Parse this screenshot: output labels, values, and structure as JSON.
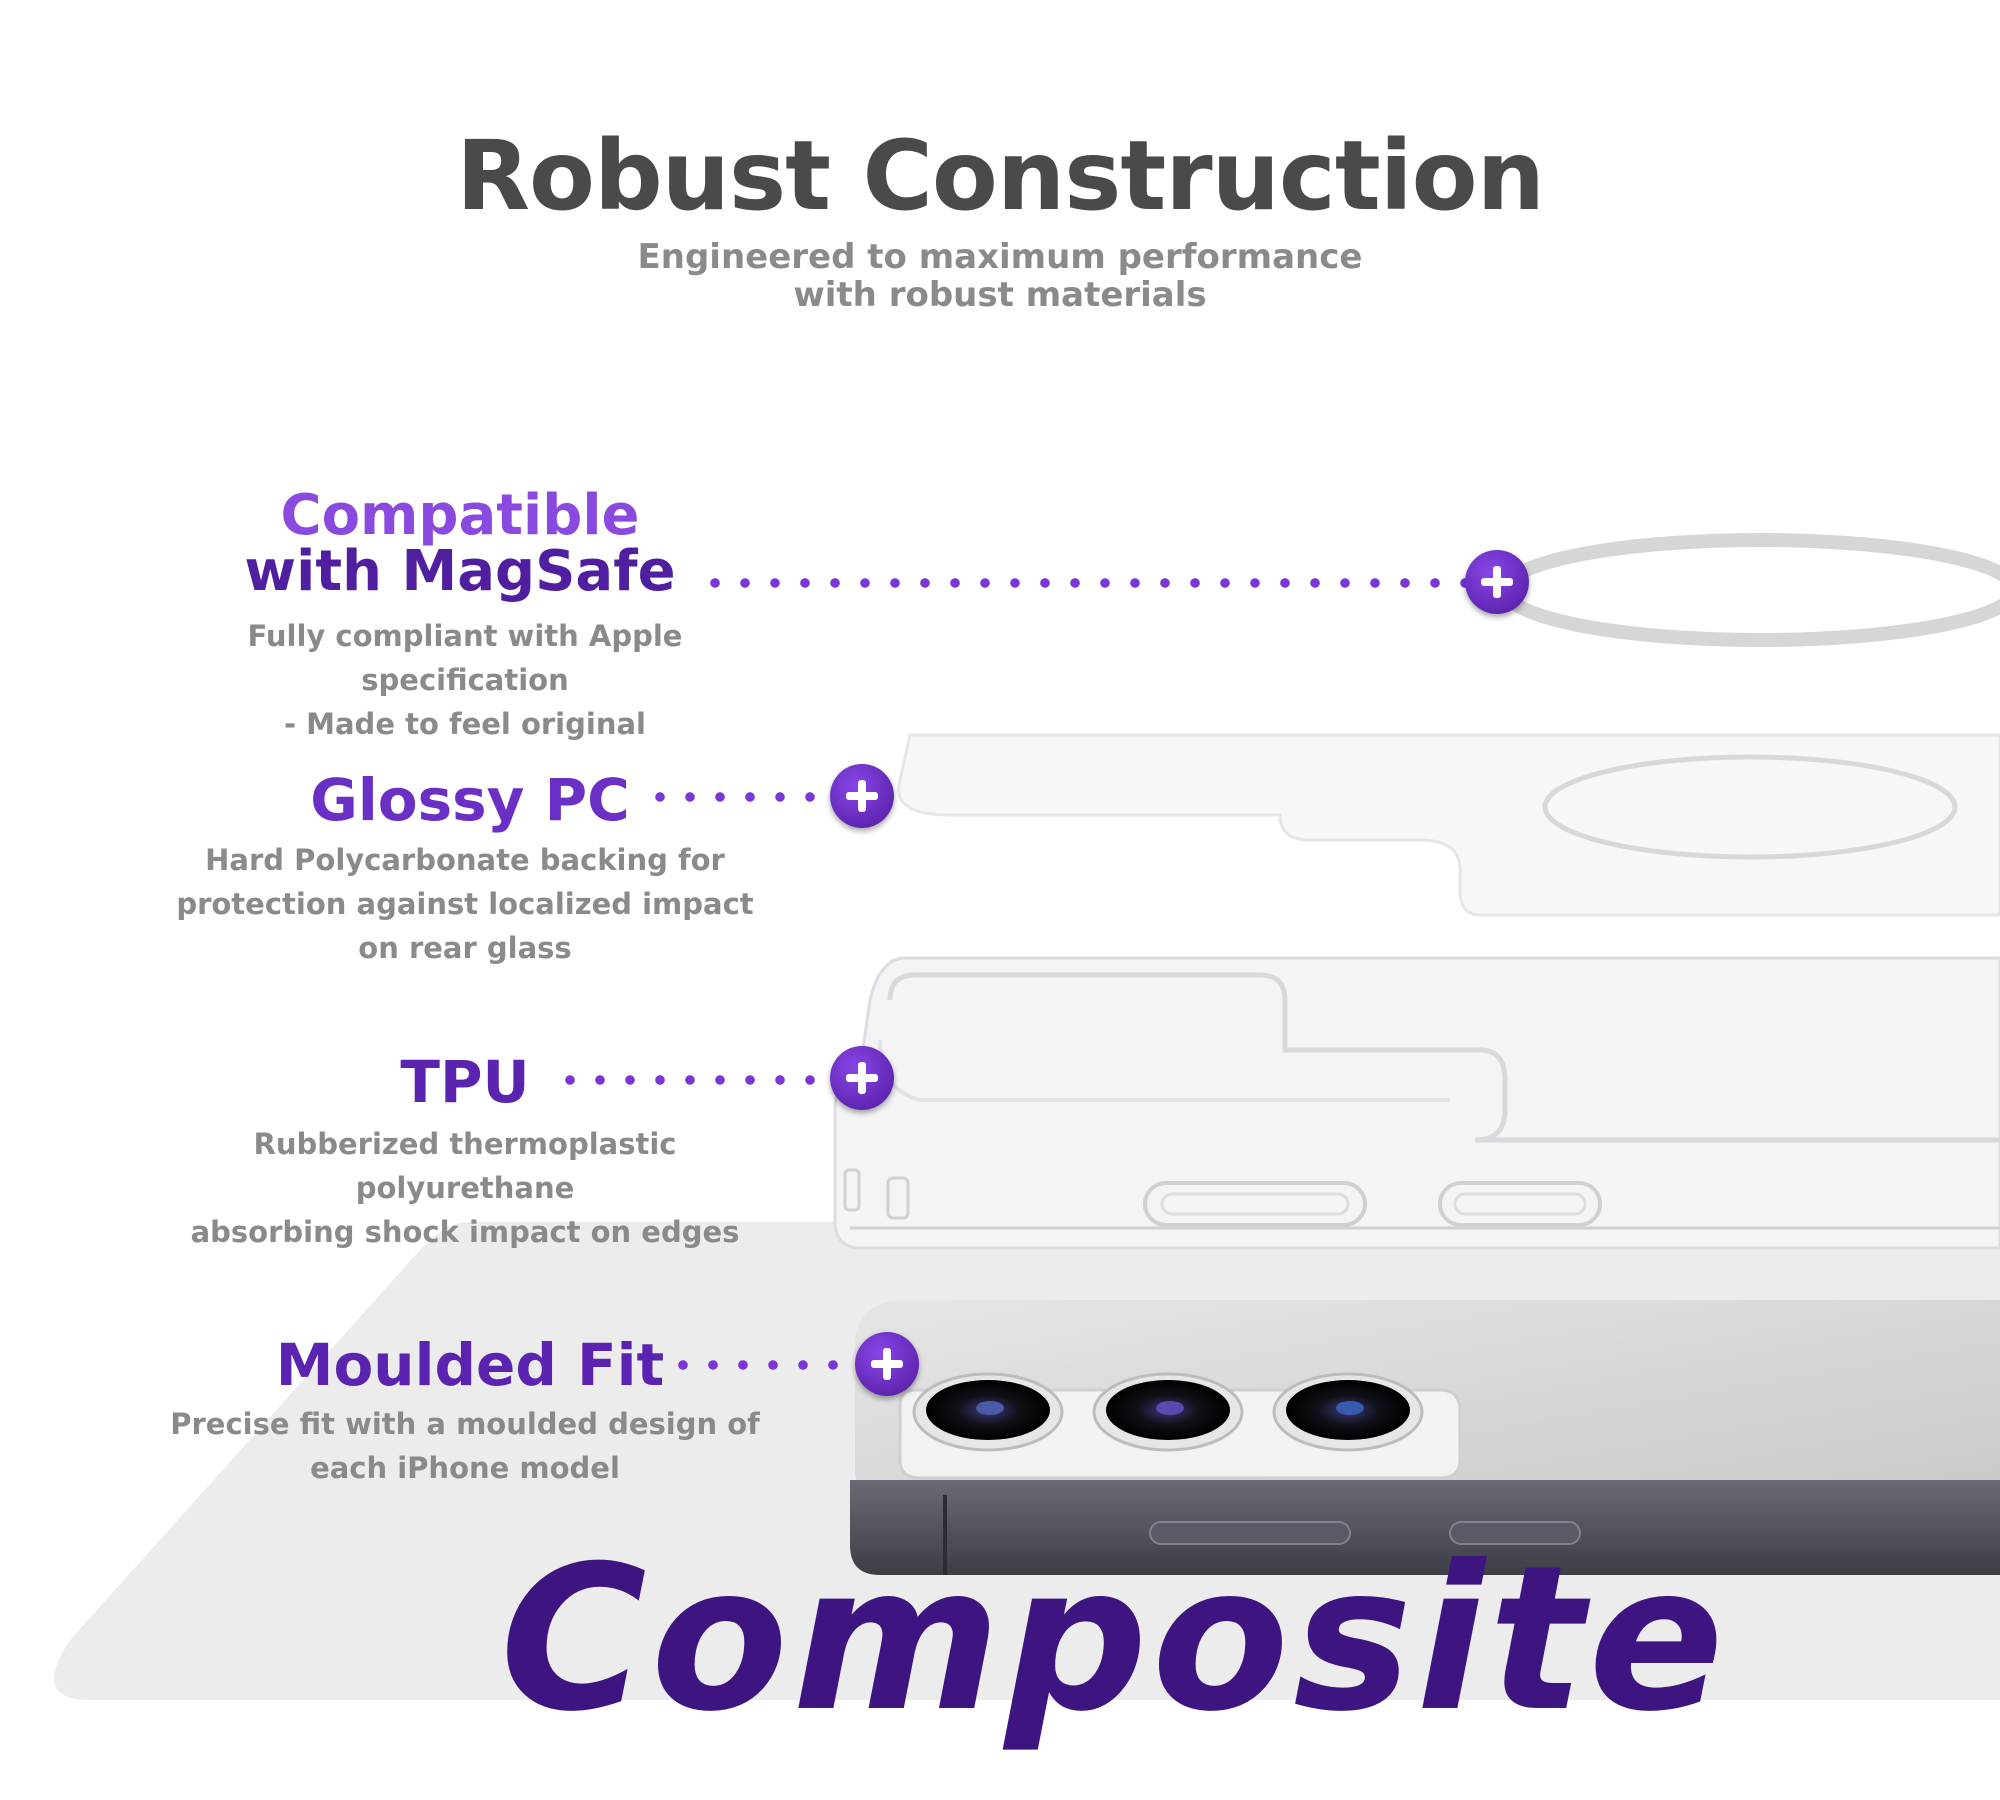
{
  "header": {
    "title": "Robust Construction",
    "subtitle_line1": "Engineered to maximum performance",
    "subtitle_line2": "with robust materials"
  },
  "features": [
    {
      "title_line1": "Compatible",
      "title_line2": "with MagSafe",
      "desc_line1": "Fully compliant with Apple specification",
      "desc_line2": "- Made to feel original"
    },
    {
      "title": "Glossy PC",
      "desc_line1": "Hard Polycarbonate backing for",
      "desc_line2": "protection against localized impact",
      "desc_line3": "on rear glass"
    },
    {
      "title": "TPU",
      "desc_line1": "Rubberized thermoplastic polyurethane",
      "desc_line2": "absorbing shock impact on edges"
    },
    {
      "title": "Moulded Fit",
      "desc_line1": "Precise fit with a moulded design of",
      "desc_line2": "each iPhone model"
    }
  ],
  "brand": {
    "wordmark": "Composite"
  },
  "colors": {
    "accent": "#6a2fc4",
    "accent_dark": "#3e1580",
    "heading_gray": "#4a4a4a",
    "text_gray": "#8a8a8a"
  },
  "icons": [
    "plus-icon",
    "magsafe-ring-icon"
  ]
}
